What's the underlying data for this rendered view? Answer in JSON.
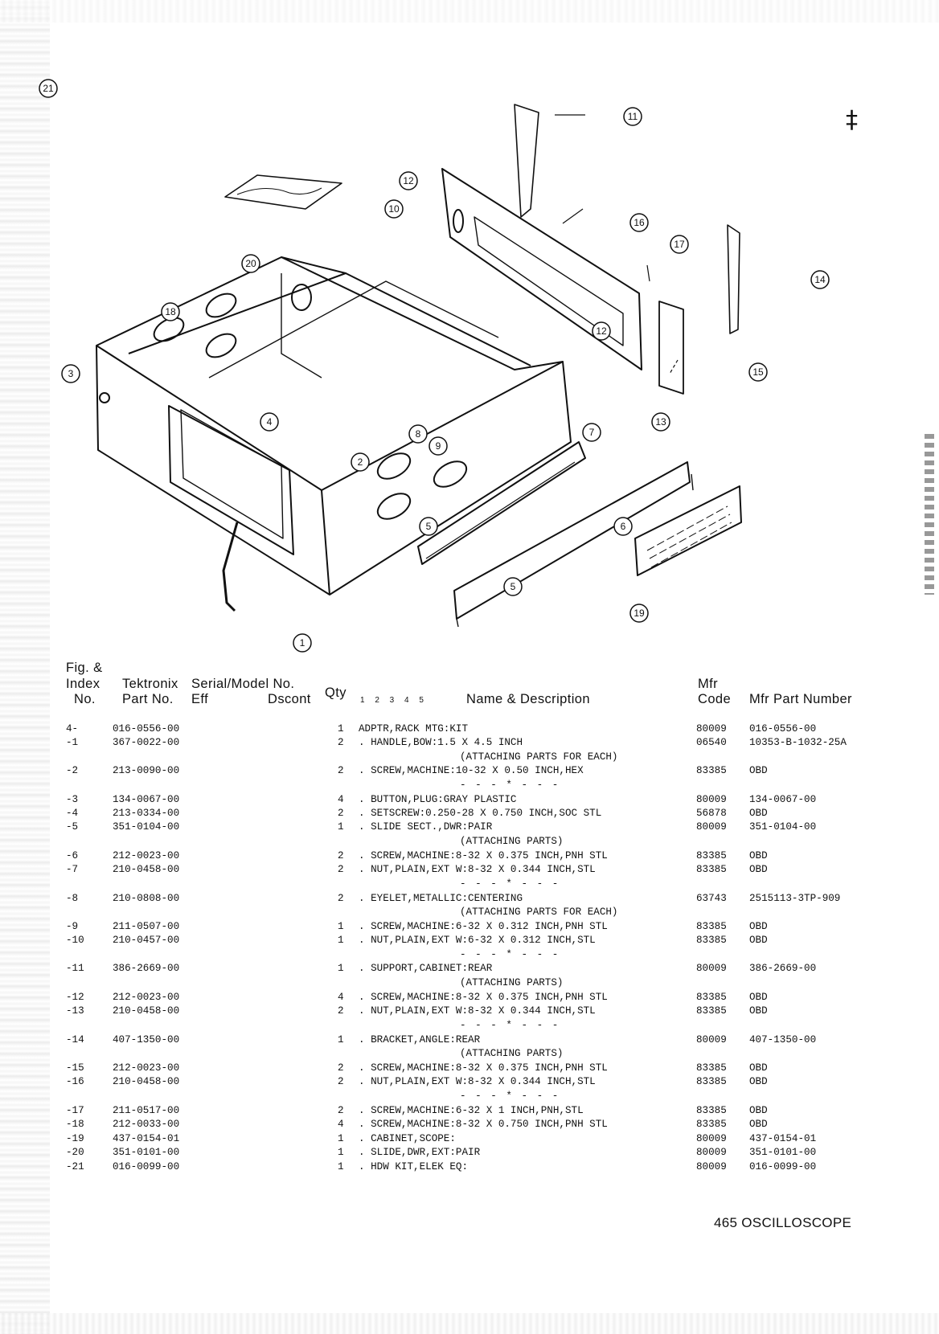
{
  "corner_mark": "‡",
  "callouts": [
    {
      "n": "1"
    },
    {
      "n": "2"
    },
    {
      "n": "3"
    },
    {
      "n": "4"
    },
    {
      "n": "5"
    },
    {
      "n": "5"
    },
    {
      "n": "6"
    },
    {
      "n": "7"
    },
    {
      "n": "8"
    },
    {
      "n": "9"
    },
    {
      "n": "10"
    },
    {
      "n": "11"
    },
    {
      "n": "12"
    },
    {
      "n": "12"
    },
    {
      "n": "13"
    },
    {
      "n": "14"
    },
    {
      "n": "15"
    },
    {
      "n": "16"
    },
    {
      "n": "17"
    },
    {
      "n": "18"
    },
    {
      "n": "19"
    },
    {
      "n": "20"
    },
    {
      "n": "21"
    }
  ],
  "headers": {
    "fig": "Fig. &",
    "index": "Index",
    "no": "No.",
    "tektronix": "Tektronix",
    "part_no": "Part No.",
    "serial_model": "Serial/Model No.",
    "eff": "Eff",
    "dscont": "Dscont",
    "qty": "Qty",
    "levels": "1 2 3 4 5",
    "name_desc": "Name & Description",
    "mfr": "Mfr",
    "code": "Code",
    "mfr_part": "Mfr Part Number"
  },
  "parts": [
    {
      "idx": "4-",
      "part": "016-0556-00",
      "qty": "1",
      "desc": "ADPTR,RACK MTG:KIT",
      "code": "80009",
      "mpn": "016-0556-00"
    },
    {
      "idx": "-1",
      "part": "367-0022-00",
      "qty": "2",
      "desc": ". HANDLE,BOW:1.5 X 4.5 INCH",
      "code": "06540",
      "mpn": "10353-B-1032-25A"
    },
    {
      "cont": "(ATTACHING PARTS FOR EACH)"
    },
    {
      "idx": "-2",
      "part": "213-0090-00",
      "qty": "2",
      "desc": ". SCREW,MACHINE:10-32 X 0.50 INCH,HEX",
      "code": "83385",
      "mpn": "OBD"
    },
    {
      "sep": "- - - * - - -"
    },
    {
      "idx": "-3",
      "part": "134-0067-00",
      "qty": "4",
      "desc": ". BUTTON,PLUG:GRAY PLASTIC",
      "code": "80009",
      "mpn": "134-0067-00"
    },
    {
      "idx": "-4",
      "part": "213-0334-00",
      "qty": "2",
      "desc": ". SETSCREW:0.250-28 X 0.750 INCH,SOC STL",
      "code": "56878",
      "mpn": "OBD"
    },
    {
      "idx": "-5",
      "part": "351-0104-00",
      "qty": "1",
      "desc": ". SLIDE SECT.,DWR:PAIR",
      "code": "80009",
      "mpn": "351-0104-00"
    },
    {
      "cont": "(ATTACHING PARTS)"
    },
    {
      "idx": "-6",
      "part": "212-0023-00",
      "qty": "2",
      "desc": ". SCREW,MACHINE:8-32 X 0.375 INCH,PNH STL",
      "code": "83385",
      "mpn": "OBD"
    },
    {
      "idx": "-7",
      "part": "210-0458-00",
      "qty": "2",
      "desc": ". NUT,PLAIN,EXT W:8-32 X 0.344 INCH,STL",
      "code": "83385",
      "mpn": "OBD"
    },
    {
      "sep": "- - - * - - -"
    },
    {
      "idx": "-8",
      "part": "210-0808-00",
      "qty": "2",
      "desc": ". EYELET,METALLIC:CENTERING",
      "code": "63743",
      "mpn": "2515113-3TP-909"
    },
    {
      "cont": "(ATTACHING PARTS FOR EACH)"
    },
    {
      "idx": "-9",
      "part": "211-0507-00",
      "qty": "1",
      "desc": ". SCREW,MACHINE:6-32 X 0.312 INCH,PNH STL",
      "code": "83385",
      "mpn": "OBD"
    },
    {
      "idx": "-10",
      "part": "210-0457-00",
      "qty": "1",
      "desc": ". NUT,PLAIN,EXT W:6-32 X 0.312 INCH,STL",
      "code": "83385",
      "mpn": "OBD"
    },
    {
      "sep": "- - - * - - -"
    },
    {
      "idx": "-11",
      "part": "386-2669-00",
      "qty": "1",
      "desc": ". SUPPORT,CABINET:REAR",
      "code": "80009",
      "mpn": "386-2669-00"
    },
    {
      "cont": "(ATTACHING PARTS)"
    },
    {
      "idx": "-12",
      "part": "212-0023-00",
      "qty": "4",
      "desc": ". SCREW,MACHINE:8-32 X 0.375 INCH,PNH STL",
      "code": "83385",
      "mpn": "OBD"
    },
    {
      "idx": "-13",
      "part": "210-0458-00",
      "qty": "2",
      "desc": ". NUT,PLAIN,EXT W:8-32 X 0.344 INCH,STL",
      "code": "83385",
      "mpn": "OBD"
    },
    {
      "sep": "- - - * - - -"
    },
    {
      "idx": "-14",
      "part": "407-1350-00",
      "qty": "1",
      "desc": ". BRACKET,ANGLE:REAR",
      "code": "80009",
      "mpn": "407-1350-00"
    },
    {
      "cont": "(ATTACHING PARTS)"
    },
    {
      "idx": "-15",
      "part": "212-0023-00",
      "qty": "2",
      "desc": ". SCREW,MACHINE:8-32 X 0.375 INCH,PNH STL",
      "code": "83385",
      "mpn": "OBD"
    },
    {
      "idx": "-16",
      "part": "210-0458-00",
      "qty": "2",
      "desc": ". NUT,PLAIN,EXT W:8-32 X 0.344 INCH,STL",
      "code": "83385",
      "mpn": "OBD"
    },
    {
      "sep": "- - - * - - -"
    },
    {
      "idx": "-17",
      "part": "211-0517-00",
      "qty": "2",
      "desc": ". SCREW,MACHINE:6-32 X 1 INCH,PNH,STL",
      "code": "83385",
      "mpn": "OBD"
    },
    {
      "idx": "-18",
      "part": "212-0033-00",
      "qty": "4",
      "desc": ". SCREW,MACHINE:8-32 X 0.750 INCH,PNH STL",
      "code": "83385",
      "mpn": "OBD"
    },
    {
      "idx": "-19",
      "part": "437-0154-01",
      "qty": "1",
      "desc": ". CABINET,SCOPE:",
      "code": "80009",
      "mpn": "437-0154-01"
    },
    {
      "idx": "-20",
      "part": "351-0101-00",
      "qty": "1",
      "desc": ". SLIDE,DWR,EXT:PAIR",
      "code": "80009",
      "mpn": "351-0101-00"
    },
    {
      "idx": "-21",
      "part": "016-0099-00",
      "qty": "1",
      "desc": ". HDW KIT,ELEK EQ:",
      "code": "80009",
      "mpn": "016-0099-00"
    }
  ],
  "footer": "465 OSCILLOSCOPE"
}
